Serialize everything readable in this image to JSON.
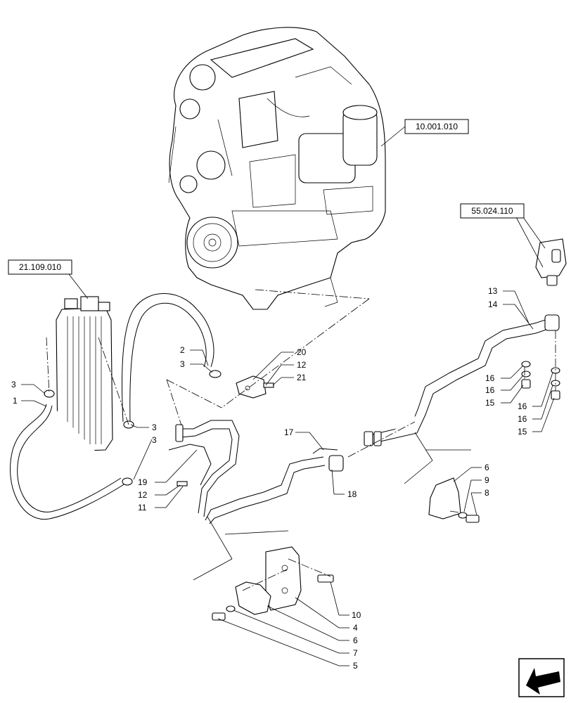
{
  "references": {
    "engine": "10.001.010",
    "cooler": "21.109.010",
    "valve": "55.024.110"
  },
  "callouts": [
    {
      "id": "c-1",
      "text": "1"
    },
    {
      "id": "c-2",
      "text": "2"
    },
    {
      "id": "c-3a",
      "text": "3"
    },
    {
      "id": "c-3b",
      "text": "3"
    },
    {
      "id": "c-3c",
      "text": "3"
    },
    {
      "id": "c-3d",
      "text": "3"
    },
    {
      "id": "c-4",
      "text": "4"
    },
    {
      "id": "c-5",
      "text": "5"
    },
    {
      "id": "c-6a",
      "text": "6"
    },
    {
      "id": "c-6b",
      "text": "6"
    },
    {
      "id": "c-7",
      "text": "7"
    },
    {
      "id": "c-8",
      "text": "8"
    },
    {
      "id": "c-9",
      "text": "9"
    },
    {
      "id": "c-10",
      "text": "10"
    },
    {
      "id": "c-11",
      "text": "11"
    },
    {
      "id": "c-12a",
      "text": "12"
    },
    {
      "id": "c-12b",
      "text": "12"
    },
    {
      "id": "c-13",
      "text": "13"
    },
    {
      "id": "c-14",
      "text": "14"
    },
    {
      "id": "c-15a",
      "text": "15"
    },
    {
      "id": "c-15b",
      "text": "15"
    },
    {
      "id": "c-16a",
      "text": "16"
    },
    {
      "id": "c-16b",
      "text": "16"
    },
    {
      "id": "c-16c",
      "text": "16"
    },
    {
      "id": "c-16d",
      "text": "16"
    },
    {
      "id": "c-17",
      "text": "17"
    },
    {
      "id": "c-18",
      "text": "18"
    },
    {
      "id": "c-19",
      "text": "19"
    },
    {
      "id": "c-20",
      "text": "20"
    },
    {
      "id": "c-21",
      "text": "21"
    }
  ],
  "icons": {
    "corner": "arrow-back-icon"
  }
}
